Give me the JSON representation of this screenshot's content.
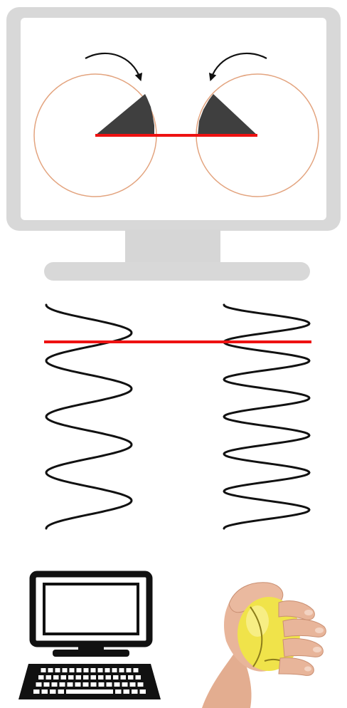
{
  "colors": {
    "monitor_frame": "#d8d8d8",
    "monitor_inner": "#ffffff",
    "circle_stroke": "#e3a47f",
    "wedge_fill": "#3f3f3f",
    "arrow": "#111111",
    "red_line": "#ee1111",
    "wave": "#111111",
    "icon_stroke": "#111111",
    "ball": "#f0e34a",
    "skin": "#e8b59a"
  },
  "icons": {
    "monitor": "monitor-icon",
    "desktop": "desktop-computer-icon",
    "stress_ball": "hand-squeezing-stress-ball"
  },
  "illustration": {
    "circles": [
      {
        "side": "left",
        "rotation": "clockwise"
      },
      {
        "side": "right",
        "rotation": "counterclockwise"
      }
    ],
    "waves": [
      {
        "side": "left",
        "crests": 4
      },
      {
        "side": "right",
        "crests": 6
      }
    ]
  }
}
